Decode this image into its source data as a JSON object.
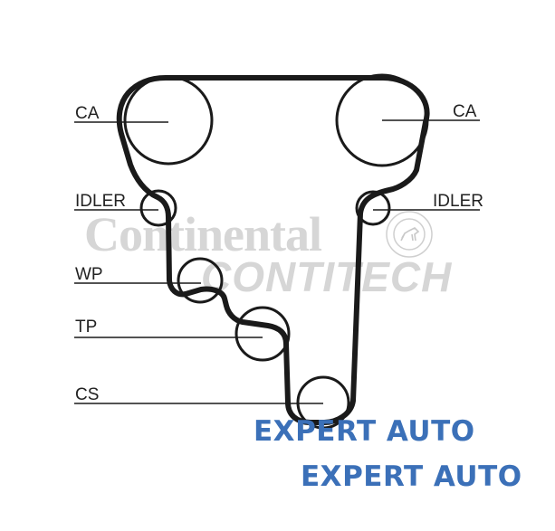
{
  "watermark": {
    "brand": "Continental",
    "division": "CONTITECH"
  },
  "labels": {
    "ca_left": "CA",
    "ca_right": "CA",
    "idler_left": "IDLER",
    "idler_right": "IDLER",
    "wp": "WP",
    "tp": "TP",
    "cs": "CS"
  },
  "overlay": {
    "line1": "EXPERT AUTO",
    "line2": "EXPERT AUTO"
  },
  "colors": {
    "belt": "#1a1a1a",
    "overlay_text": "#3b70b8",
    "watermark": "#d6d6d6"
  }
}
